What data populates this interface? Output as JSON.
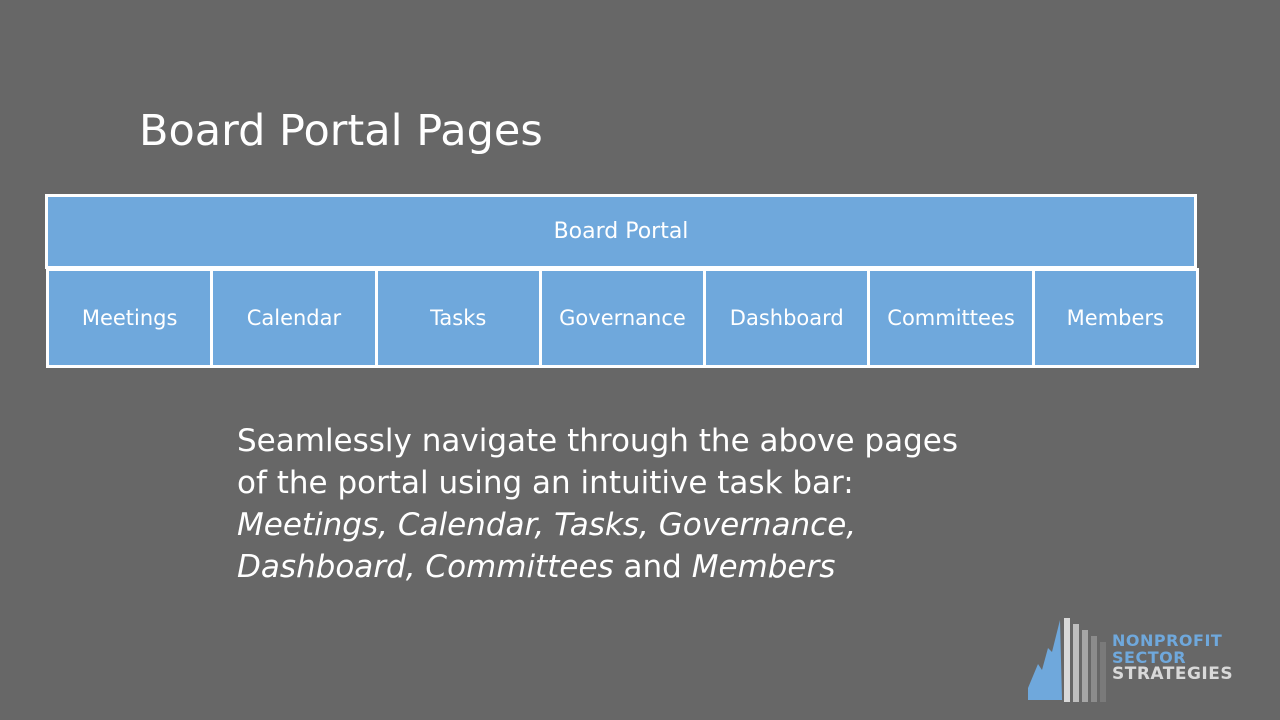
{
  "slide": {
    "title": "Board Portal Pages"
  },
  "portal": {
    "header": "Board Portal",
    "tabs": [
      "Meetings",
      "Calendar",
      "Tasks",
      "Governance",
      "Dashboard",
      "Committees",
      "Members"
    ],
    "color": "#6fa8dc"
  },
  "description": {
    "line1": "Seamlessly navigate through the above pages",
    "line2": "of the portal using an intuitive task bar:",
    "line3": "Meetings, Calendar, Tasks, Governance,",
    "line4_italic": "Dashboard, Committees",
    "line4_connector": " and ",
    "line4_end": "Members"
  },
  "logo": {
    "line1": "NONPROFIT",
    "line2": "SECTOR",
    "line3": "STRATEGIES",
    "icon": "building-bars-icon"
  },
  "colors": {
    "background": "#676767",
    "accent": "#6fa8dc",
    "text": "#ffffff"
  }
}
